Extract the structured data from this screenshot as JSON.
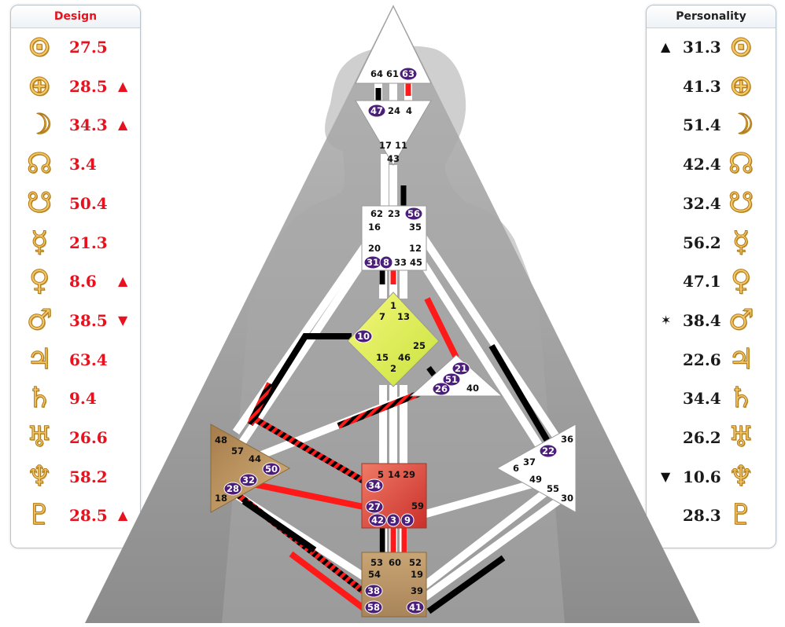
{
  "design": {
    "title": "Design",
    "rows": [
      {
        "planet": "sun-icon",
        "glyph": "⊙",
        "value": "27.5",
        "mark": ""
      },
      {
        "planet": "earth-icon",
        "glyph": "⊕",
        "value": "28.5",
        "mark": "▲"
      },
      {
        "planet": "moon-icon",
        "glyph": "☽",
        "value": "34.3",
        "mark": "▲"
      },
      {
        "planet": "north-node-icon",
        "glyph": "☊",
        "value": "3.4",
        "mark": ""
      },
      {
        "planet": "south-node-icon",
        "glyph": "☋",
        "value": "50.4",
        "mark": ""
      },
      {
        "planet": "mercury-icon",
        "glyph": "☿",
        "value": "21.3",
        "mark": ""
      },
      {
        "planet": "venus-icon",
        "glyph": "♀",
        "value": "8.6",
        "mark": "▲"
      },
      {
        "planet": "mars-icon",
        "glyph": "♂",
        "value": "38.5",
        "mark": "▼"
      },
      {
        "planet": "jupiter-icon",
        "glyph": "♃",
        "value": "63.4",
        "mark": ""
      },
      {
        "planet": "saturn-icon",
        "glyph": "♄",
        "value": "9.4",
        "mark": ""
      },
      {
        "planet": "uranus-icon",
        "glyph": "♅",
        "value": "26.6",
        "mark": ""
      },
      {
        "planet": "neptune-icon",
        "glyph": "♆",
        "value": "58.2",
        "mark": ""
      },
      {
        "planet": "pluto-icon",
        "glyph": "♇",
        "value": "28.5",
        "mark": "▲"
      }
    ]
  },
  "personality": {
    "title": "Personality",
    "rows": [
      {
        "planet": "sun-icon",
        "glyph": "⊙",
        "value": "31.3",
        "mark": "▲"
      },
      {
        "planet": "earth-icon",
        "glyph": "⊕",
        "value": "41.3",
        "mark": ""
      },
      {
        "planet": "moon-icon",
        "glyph": "☽",
        "value": "51.4",
        "mark": ""
      },
      {
        "planet": "north-node-icon",
        "glyph": "☊",
        "value": "42.4",
        "mark": ""
      },
      {
        "planet": "south-node-icon",
        "glyph": "☋",
        "value": "32.4",
        "mark": ""
      },
      {
        "planet": "mercury-icon",
        "glyph": "☿",
        "value": "56.2",
        "mark": ""
      },
      {
        "planet": "venus-icon",
        "glyph": "♀",
        "value": "47.1",
        "mark": ""
      },
      {
        "planet": "mars-icon",
        "glyph": "♂",
        "value": "38.4",
        "mark": "✶"
      },
      {
        "planet": "jupiter-icon",
        "glyph": "♃",
        "value": "22.6",
        "mark": ""
      },
      {
        "planet": "saturn-icon",
        "glyph": "♄",
        "value": "34.4",
        "mark": ""
      },
      {
        "planet": "uranus-icon",
        "glyph": "♅",
        "value": "26.2",
        "mark": ""
      },
      {
        "planet": "neptune-icon",
        "glyph": "♆",
        "value": "10.6",
        "mark": "▼"
      },
      {
        "planet": "pluto-icon",
        "glyph": "♇",
        "value": "28.3",
        "mark": ""
      }
    ]
  },
  "bodygraph": {
    "colors": {
      "design": "#ff1a1a",
      "personality": "#000000",
      "gate_active": "#4b1e7a",
      "channel_inactive": "#ffffff"
    },
    "centers": [
      {
        "name": "head-center",
        "color": "#ffffff"
      },
      {
        "name": "ajna-center",
        "color": "#ffffff"
      },
      {
        "name": "throat-center",
        "color": "#ffffff"
      },
      {
        "name": "g-center",
        "color": "#e6f05c"
      },
      {
        "name": "heart-center",
        "color": "#ffffff"
      },
      {
        "name": "spleen-center",
        "color": "#b38a55"
      },
      {
        "name": "solar-plexus-center",
        "color": "#ffffff"
      },
      {
        "name": "sacral-center",
        "color": "#de4a3a"
      },
      {
        "name": "root-center",
        "color": "#b8946a"
      }
    ],
    "gates": [
      {
        "n": "64",
        "active": false
      },
      {
        "n": "61",
        "active": false
      },
      {
        "n": "63",
        "active": true
      },
      {
        "n": "47",
        "active": true
      },
      {
        "n": "24",
        "active": false
      },
      {
        "n": "4",
        "active": false
      },
      {
        "n": "17",
        "active": false
      },
      {
        "n": "11",
        "active": false
      },
      {
        "n": "43",
        "active": false
      },
      {
        "n": "62",
        "active": false
      },
      {
        "n": "23",
        "active": false
      },
      {
        "n": "56",
        "active": true
      },
      {
        "n": "16",
        "active": false
      },
      {
        "n": "35",
        "active": false
      },
      {
        "n": "20",
        "active": false
      },
      {
        "n": "12",
        "active": false
      },
      {
        "n": "31",
        "active": true
      },
      {
        "n": "8",
        "active": true
      },
      {
        "n": "33",
        "active": false
      },
      {
        "n": "45",
        "active": false
      },
      {
        "n": "1",
        "active": false
      },
      {
        "n": "7",
        "active": false
      },
      {
        "n": "13",
        "active": false
      },
      {
        "n": "10",
        "active": true
      },
      {
        "n": "25",
        "active": false
      },
      {
        "n": "15",
        "active": false
      },
      {
        "n": "46",
        "active": false
      },
      {
        "n": "2",
        "active": false
      },
      {
        "n": "21",
        "active": true
      },
      {
        "n": "51",
        "active": true
      },
      {
        "n": "26",
        "active": true
      },
      {
        "n": "40",
        "active": false
      },
      {
        "n": "48",
        "active": false
      },
      {
        "n": "57",
        "active": false
      },
      {
        "n": "44",
        "active": false
      },
      {
        "n": "50",
        "active": true
      },
      {
        "n": "32",
        "active": true
      },
      {
        "n": "28",
        "active": true
      },
      {
        "n": "18",
        "active": false
      },
      {
        "n": "36",
        "active": false
      },
      {
        "n": "22",
        "active": true
      },
      {
        "n": "37",
        "active": false
      },
      {
        "n": "6",
        "active": false
      },
      {
        "n": "49",
        "active": false
      },
      {
        "n": "55",
        "active": false
      },
      {
        "n": "30",
        "active": false
      },
      {
        "n": "5",
        "active": false
      },
      {
        "n": "14",
        "active": false
      },
      {
        "n": "29",
        "active": false
      },
      {
        "n": "34",
        "active": true
      },
      {
        "n": "27",
        "active": true
      },
      {
        "n": "59",
        "active": false
      },
      {
        "n": "42",
        "active": true
      },
      {
        "n": "3",
        "active": true
      },
      {
        "n": "9",
        "active": true
      },
      {
        "n": "53",
        "active": false
      },
      {
        "n": "60",
        "active": false
      },
      {
        "n": "52",
        "active": false
      },
      {
        "n": "54",
        "active": false
      },
      {
        "n": "19",
        "active": false
      },
      {
        "n": "38",
        "active": true
      },
      {
        "n": "39",
        "active": false
      },
      {
        "n": "58",
        "active": true
      },
      {
        "n": "41",
        "active": true
      }
    ]
  }
}
